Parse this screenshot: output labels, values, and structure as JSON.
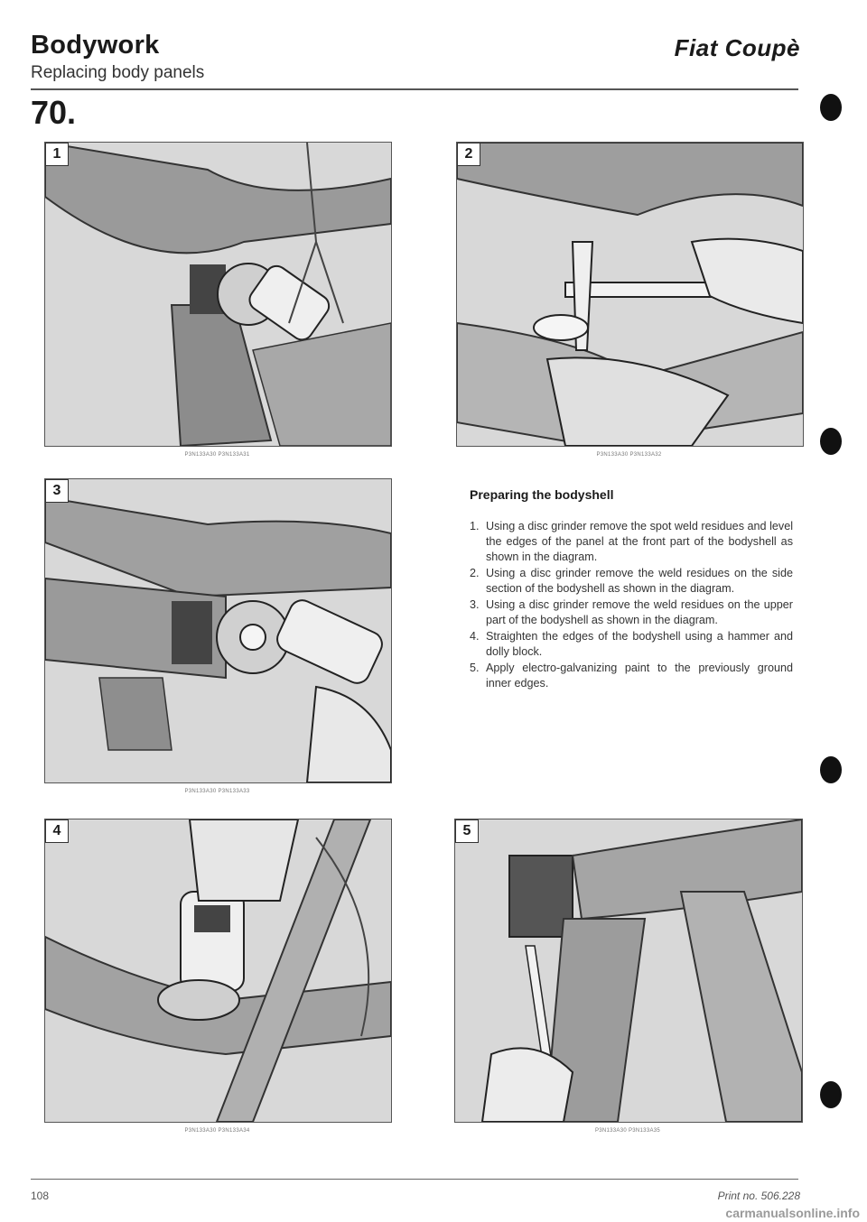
{
  "header": {
    "title": "Bodywork",
    "subtitle": "Replacing body panels",
    "brand": "Fiat Coupè",
    "section_number": "70."
  },
  "figures": [
    {
      "number": "1",
      "caption": "P3N133A30   P3N133A31"
    },
    {
      "number": "2",
      "caption": "P3N133A30   P3N133A32"
    },
    {
      "number": "3",
      "caption": "P3N133A30   P3N133A33"
    },
    {
      "number": "4",
      "caption": "P3N133A30   P3N133A34"
    },
    {
      "number": "5",
      "caption": "P3N133A30   P3N133A35"
    }
  ],
  "text": {
    "heading": "Preparing the bodyshell",
    "steps": [
      {
        "n": "1.",
        "text": "Using a disc grinder remove the spot weld residues and level the edges of the panel at the front part of the bodyshell as shown in the diagram."
      },
      {
        "n": "2.",
        "text": "Using a disc grinder remove the weld residues on the side section of the bodyshell as shown in the diagram."
      },
      {
        "n": "3.",
        "text": "Using a disc grinder remove the weld residues on the upper part of the bodyshell as shown in the diagram."
      },
      {
        "n": "4.",
        "text": "Straighten the edges of the bodyshell using a hammer and dolly block."
      },
      {
        "n": "5.",
        "text": "Apply electro-galvanizing paint to the previously ground inner edges."
      }
    ]
  },
  "footer": {
    "page_number": "108",
    "print_number": "Print no. 506.228"
  },
  "watermark": "carmanualsonline.info",
  "colors": {
    "figure_background": "#d6d6d6",
    "ink": "#1a1a1a"
  }
}
